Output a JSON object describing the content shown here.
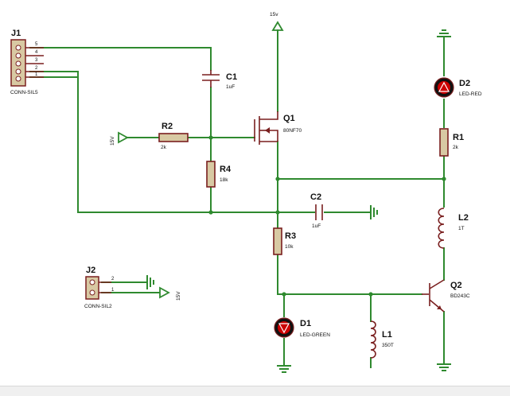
{
  "components": {
    "j1": {
      "ref": "J1",
      "value": "CONN-SIL5",
      "pins": [
        "5",
        "4",
        "3",
        "2",
        "1"
      ]
    },
    "j2": {
      "ref": "J2",
      "value": "CONN-SIL2",
      "pins": [
        "2",
        "1"
      ]
    },
    "c1": {
      "ref": "C1",
      "value": "1uF"
    },
    "c2": {
      "ref": "C2",
      "value": "1uF"
    },
    "q1": {
      "ref": "Q1",
      "value": "80NF70"
    },
    "q2": {
      "ref": "Q2",
      "value": "BD243C"
    },
    "r1": {
      "ref": "R1",
      "value": "2k"
    },
    "r2": {
      "ref": "R2",
      "value": "2k"
    },
    "r3": {
      "ref": "R3",
      "value": "10k"
    },
    "r4": {
      "ref": "R4",
      "value": "18k"
    },
    "l1": {
      "ref": "L1",
      "value": "350T"
    },
    "l2": {
      "ref": "L2",
      "value": "1T"
    },
    "d1": {
      "ref": "D1",
      "value": "LED-GREEN"
    },
    "d2": {
      "ref": "D2",
      "value": "LED-RED"
    }
  },
  "power": {
    "top_rail": "15v",
    "r2_source": "15V",
    "j2_source": "15V"
  },
  "colors": {
    "wire": "#2f8a2f",
    "component": "#7a1f1f",
    "resistor_fill": "#d8c9a3",
    "led_fill": "#cc0000"
  }
}
